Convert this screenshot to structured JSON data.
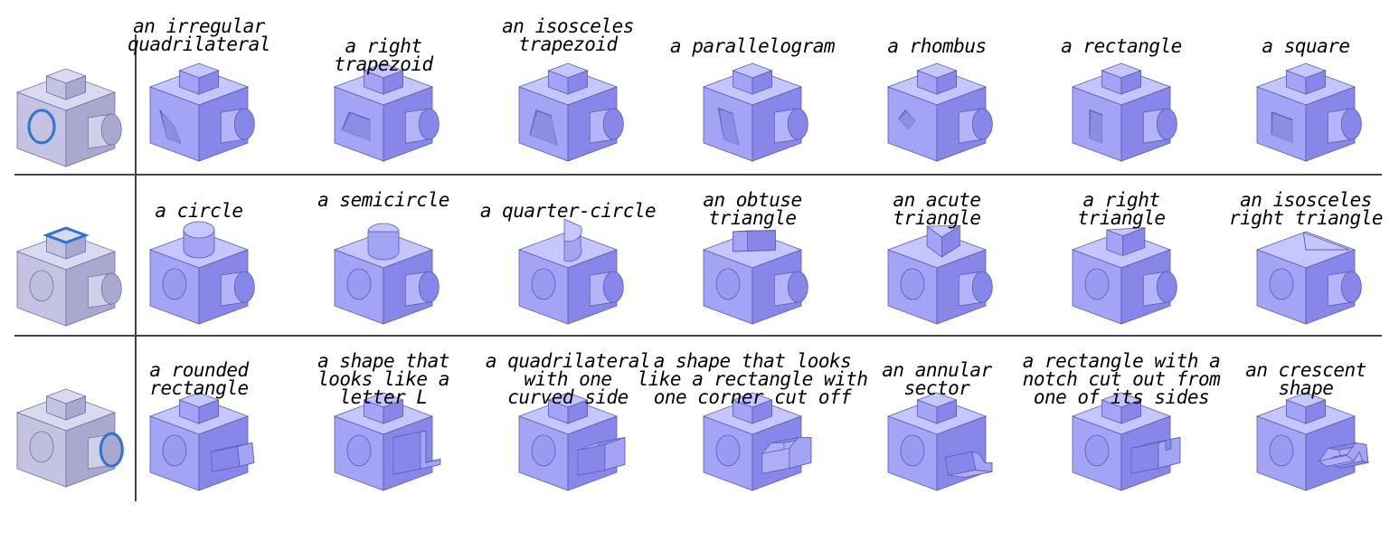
{
  "colors": {
    "face_top": "#c5c5ff",
    "face_left": "#a4a4f6",
    "face_right": "#8787ea",
    "face_edge": "#5b5bb0",
    "ref_top": "#d9d9ef",
    "ref_left": "#c4c4e2",
    "ref_right": "#a9a9cf",
    "ref_edge": "#7070a4",
    "highlight": "#2f74d0",
    "divider": "#444444"
  },
  "reference_cubes": [
    {
      "row": 0,
      "highlighted_feature": "circular hole on left face"
    },
    {
      "row": 1,
      "highlighted_feature": "square top boss"
    },
    {
      "row": 2,
      "highlighted_feature": "cylindrical boss end"
    }
  ],
  "rows": [
    {
      "items": [
        {
          "lines": [
            "an irregular",
            "quadrilateral"
          ],
          "shape": "irregular-quadrilateral",
          "face": "left"
        },
        {
          "lines": [
            "a right",
            "trapezoid"
          ],
          "shape": "right-trapezoid",
          "face": "left"
        },
        {
          "lines": [
            "an isosceles",
            "trapezoid"
          ],
          "shape": "isosceles-trapezoid",
          "face": "left"
        },
        {
          "lines": [
            "a parallelogram"
          ],
          "shape": "parallelogram",
          "face": "left"
        },
        {
          "lines": [
            "a rhombus"
          ],
          "shape": "rhombus",
          "face": "left"
        },
        {
          "lines": [
            "a rectangle"
          ],
          "shape": "rectangle",
          "face": "left"
        },
        {
          "lines": [
            "a square"
          ],
          "shape": "square",
          "face": "left"
        }
      ]
    },
    {
      "items": [
        {
          "lines": [
            "a circle"
          ],
          "shape": "circle",
          "face": "top"
        },
        {
          "lines": [
            "a semicircle"
          ],
          "shape": "semicircle",
          "face": "top"
        },
        {
          "lines": [
            "a quarter-circle"
          ],
          "shape": "quarter-circle",
          "face": "top"
        },
        {
          "lines": [
            "an obtuse",
            "triangle"
          ],
          "shape": "obtuse-triangle",
          "face": "top"
        },
        {
          "lines": [
            "an acute",
            "triangle"
          ],
          "shape": "acute-triangle",
          "face": "top"
        },
        {
          "lines": [
            "a right",
            "triangle"
          ],
          "shape": "right-triangle",
          "face": "top"
        },
        {
          "lines": [
            "an isosceles",
            "right triangle"
          ],
          "shape": "isosceles-right-triangle",
          "face": "top"
        }
      ]
    },
    {
      "items": [
        {
          "lines": [
            "a rounded",
            "rectangle"
          ],
          "shape": "rounded-rectangle",
          "face": "boss"
        },
        {
          "lines": [
            "a shape that",
            "looks like a",
            "letter L"
          ],
          "shape": "letter-l",
          "face": "boss"
        },
        {
          "lines": [
            "a quadrilateral",
            "with one",
            "curved side"
          ],
          "shape": "curved-quadrilateral",
          "face": "boss"
        },
        {
          "lines": [
            "a shape that looks",
            "like a rectangle with",
            "one corner cut off"
          ],
          "shape": "cut-corner-rectangle",
          "face": "boss"
        },
        {
          "lines": [
            "an annular",
            "sector"
          ],
          "shape": "annular-sector",
          "face": "boss"
        },
        {
          "lines": [
            "a rectangle with a",
            "notch cut out from",
            "one of its sides"
          ],
          "shape": "notched-rectangle",
          "face": "boss"
        },
        {
          "lines": [
            "an crescent",
            "shape"
          ],
          "shape": "crescent",
          "face": "boss"
        }
      ]
    }
  ]
}
